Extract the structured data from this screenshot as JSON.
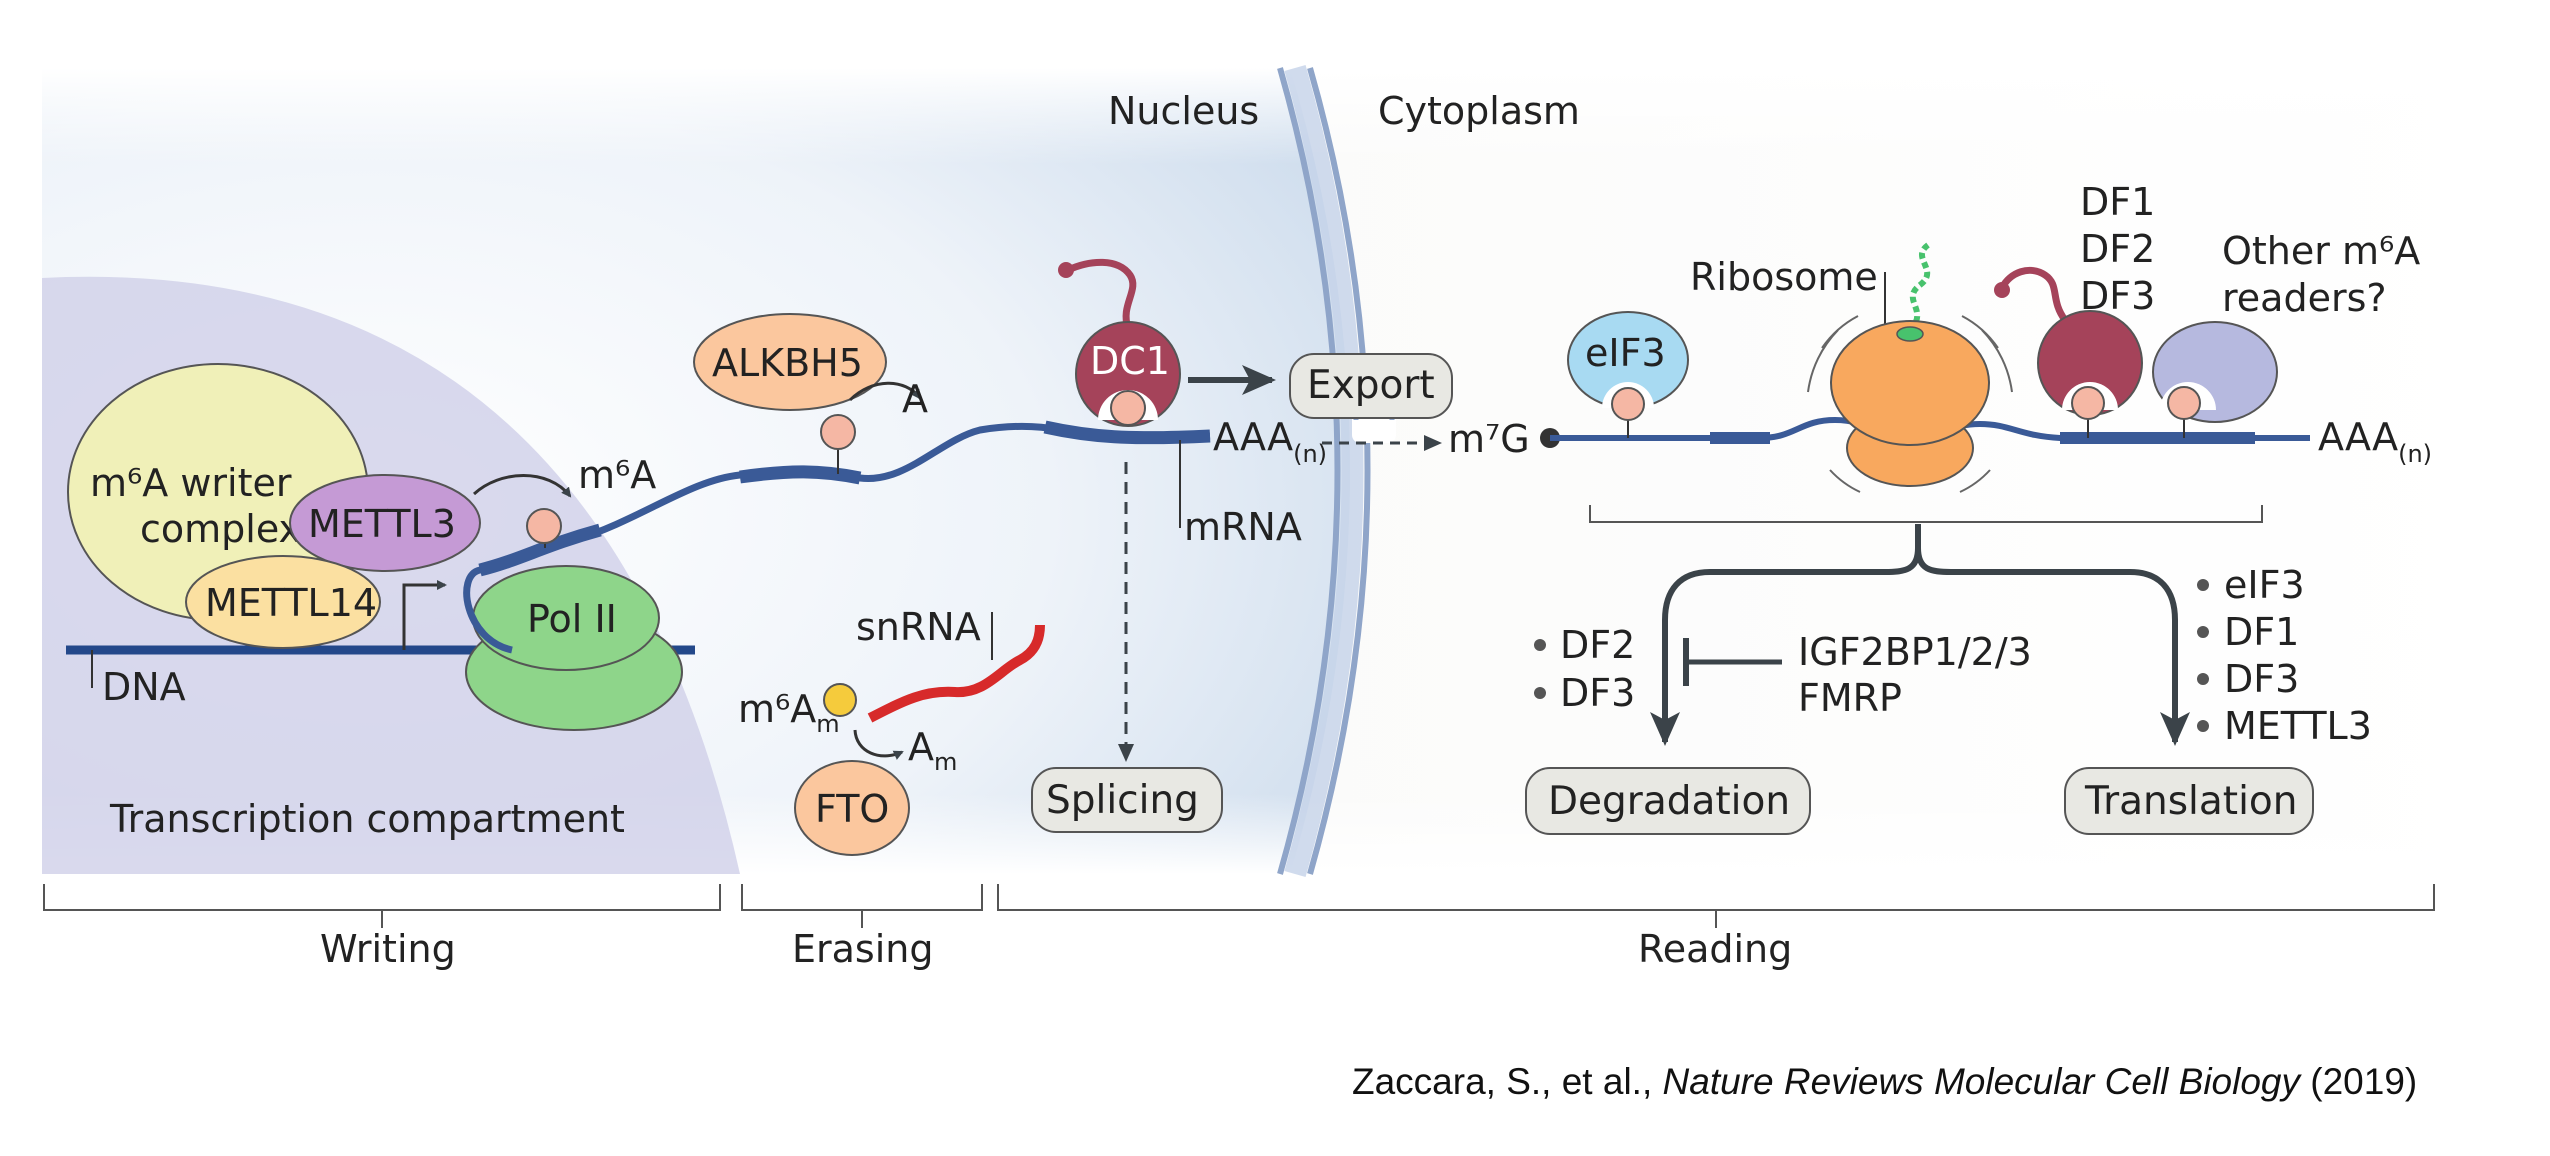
{
  "compartments": {
    "nucleus": "Nucleus",
    "cytoplasm": "Cytoplasm",
    "transcription": "Transcription compartment"
  },
  "writing": {
    "writer_complex_line1": "m⁶A writer",
    "writer_complex_line2": "complex",
    "mettl3": "METTL3",
    "mettl14": "METTL14",
    "pol2": "Pol II",
    "dna": "DNA",
    "m6a_label": "m⁶A"
  },
  "erasing": {
    "alkbh5": "ALKBH5",
    "a_product": "A",
    "snrna": "snRNA",
    "m6am_base": "m⁶A",
    "m6am_sub": "m",
    "am_base": "A",
    "am_sub": "m",
    "fto": "FTO"
  },
  "nucleus_reading": {
    "dc1": "DC1",
    "export": "Export",
    "splicing": "Splicing",
    "mrna": "mRNA",
    "polya_base": "AAA",
    "polya_sub": "(n)",
    "cap": "m⁷G"
  },
  "cytoplasm_reading": {
    "eif3": "eIF3",
    "ribosome": "Ribosome",
    "df_list": [
      "DF1",
      "DF2",
      "DF3"
    ],
    "other_readers_line1": "Other m⁶A",
    "other_readers_line2": "readers?",
    "polya_base": "AAA",
    "polya_sub": "(n)",
    "degradation_readers": [
      "DF2",
      "DF3"
    ],
    "inhibitors": [
      "IGF2BP1/2/3",
      "FMRP"
    ],
    "translation_readers": [
      "eIF3",
      "DF1",
      "DF3",
      "METTL3"
    ],
    "degradation": "Degradation",
    "translation": "Translation"
  },
  "stages": {
    "writing": "Writing",
    "erasing": "Erasing",
    "reading": "Reading"
  },
  "citation": {
    "authors": "Zaccara, S., et al., ",
    "journal": "Nature Reviews Molecular Cell Biology",
    "year": " (2019)"
  },
  "colors": {
    "rna": "#3a5a97",
    "dna": "#23488a",
    "m6a_site": "#f5b7a4",
    "mettl3": "#c59ad5",
    "mettl14": "#fbe0a1",
    "writer_complex": "#f0f0b8",
    "pol2": "#8ed58a",
    "alkbh5": "#fbc79e",
    "dc1": "#a5435a",
    "eif3": "#a8daf2",
    "ribosome": "#f8a85e",
    "readers_other": "#b6b9df",
    "snrna": "#d72a2a",
    "box_fill": "#e8e8e3",
    "dark_arrow": "#3b4349"
  }
}
